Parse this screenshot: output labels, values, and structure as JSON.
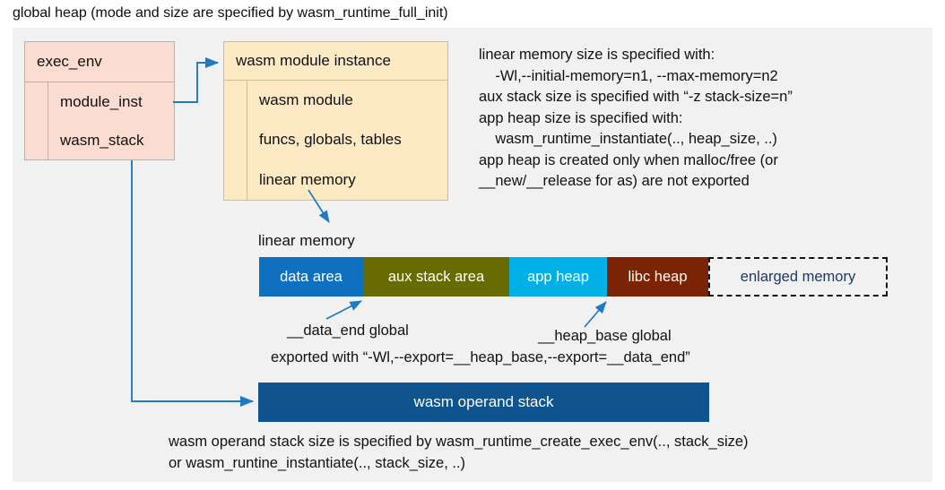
{
  "title": "global heap (mode and size are specified by wasm_runtime_full_init)",
  "colors": {
    "canvas_bg": "#f1f1f1",
    "exec_env_fill": "#fadcd0",
    "module_inst_fill": "#fdeac4",
    "data_area": "#1070c0",
    "aux_stack_area": "#676b01",
    "app_heap": "#02b0e8",
    "libc_heap": "#7a2405",
    "enlarged_memory_text": "#1b3b66",
    "operand_stack": "#10548f",
    "connector": "#1f7ac4"
  },
  "exec_env": {
    "header": "exec_env",
    "fields": [
      {
        "label": "module_inst"
      },
      {
        "label": "wasm_stack"
      }
    ]
  },
  "module_instance": {
    "header": "wasm module instance",
    "fields": [
      {
        "label": "wasm module"
      },
      {
        "label": "funcs, globals, tables"
      },
      {
        "label": "linear memory"
      }
    ]
  },
  "notes": {
    "memory_spec": "linear memory size is specified with:\n    -Wl,--initial-memory=n1, --max-memory=n2\naux stack size is specified with “-z stack-size=n”\napp heap size is specified with:\n    wasm_runtime_instantiate(.., heap_size, ..)\napp heap is created only when malloc/free (or\n__new/__release for as) are not exported",
    "data_end_global": "__data_end global",
    "heap_base_global": "__heap_base global",
    "export_hint": "exported with “-Wl,--export=__heap_base,--export=__data_end”",
    "operand_stack_spec": "wasm operand stack size is specified by wasm_runtime_create_exec_env(.., stack_size)\nor wasm_runtine_instantiate(.., stack_size, ..)"
  },
  "linear_memory": {
    "label": "linear memory",
    "segments": [
      {
        "label": "data area",
        "color": "#1070c0",
        "style": "solid"
      },
      {
        "label": "aux stack area",
        "color": "#676b01",
        "style": "solid"
      },
      {
        "label": "app heap",
        "color": "#02b0e8",
        "style": "solid"
      },
      {
        "label": "libc heap",
        "color": "#7a2405",
        "style": "solid"
      },
      {
        "label": "enlarged memory",
        "color": "#f1f1f1",
        "style": "dashed"
      }
    ]
  },
  "operand_stack": {
    "label": "wasm operand stack"
  }
}
